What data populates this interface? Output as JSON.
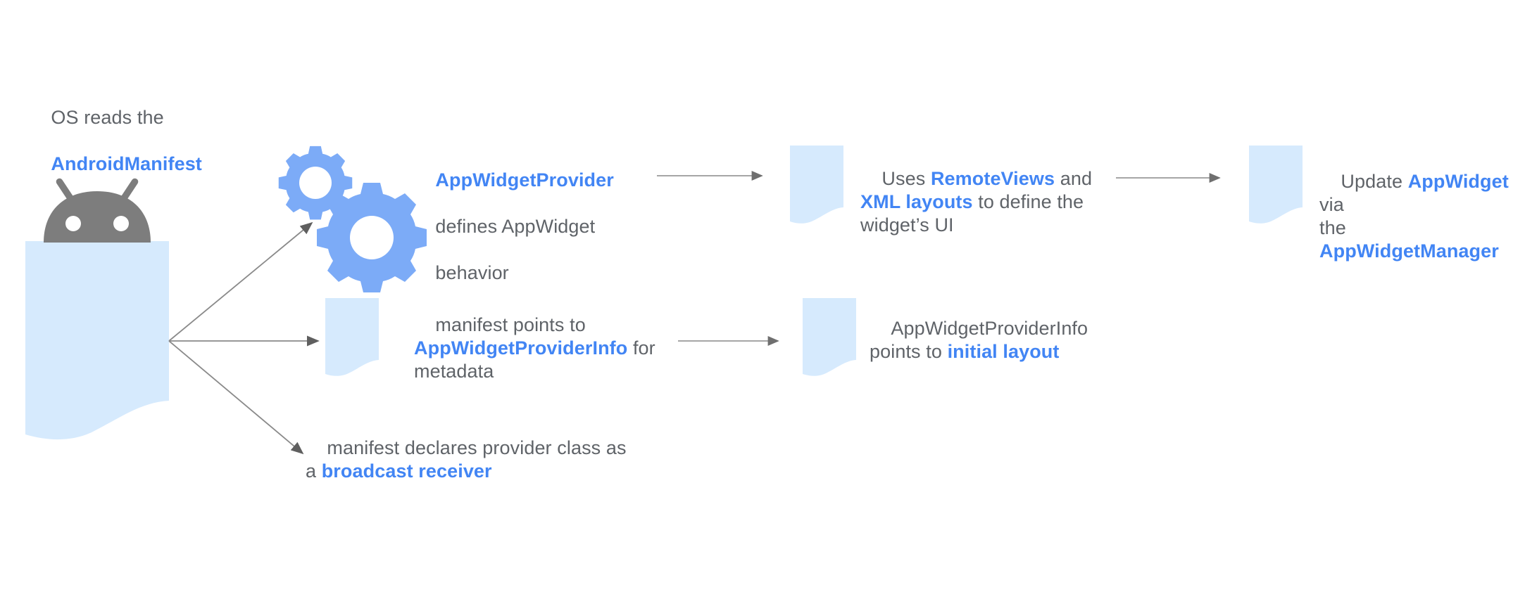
{
  "diagram": {
    "title_implicit": "Android AppWidget lifecycle flow",
    "colors": {
      "doc_fill": "#d6eafd",
      "keyword_blue": "#4285f4",
      "gear_blue": "#7cabf7",
      "robot_gray": "#7d7d7d",
      "body_text": "#5f6368",
      "arrow": "#8a8a8a",
      "background": "#ffffff"
    },
    "nodes": [
      {
        "id": "os-manifest",
        "name": "os-reads-manifest",
        "icon": "android-robot-icon",
        "shape": "document-sheet",
        "caption": {
          "segments": [
            {
              "text": "OS reads the",
              "emphasis": false
            },
            {
              "text": "\n",
              "emphasis": false
            },
            {
              "text": "AndroidManifest",
              "emphasis": true
            }
          ],
          "plain": "OS reads the AndroidManifest"
        }
      },
      {
        "id": "app-widget-provider",
        "name": "appwidget-provider",
        "icon": "gears-icon",
        "shape": "gears",
        "caption": {
          "segments": [
            {
              "text": "AppWidgetProvider",
              "emphasis": true
            },
            {
              "text": "\n",
              "emphasis": false
            },
            {
              "text": "defines AppWidget",
              "emphasis": false
            },
            {
              "text": "\n",
              "emphasis": false
            },
            {
              "text": "behavior",
              "emphasis": false
            }
          ],
          "plain": "AppWidgetProvider defines AppWidget behavior"
        }
      },
      {
        "id": "remote-views",
        "name": "remoteviews-xml-layouts",
        "icon": "document-icon",
        "shape": "document-sheet",
        "caption": {
          "segments": [
            {
              "text": "Uses ",
              "emphasis": false
            },
            {
              "text": "RemoteViews",
              "emphasis": true
            },
            {
              "text": " and\n",
              "emphasis": false
            },
            {
              "text": "XML layouts",
              "emphasis": true
            },
            {
              "text": " to define the\nwidget’s UI",
              "emphasis": false
            }
          ],
          "plain": "Uses RemoteViews and XML layouts to define the widget’s UI"
        }
      },
      {
        "id": "update-appwidget",
        "name": "update-appwidget-manager",
        "icon": "document-icon",
        "shape": "document-sheet",
        "caption": {
          "segments": [
            {
              "text": "Update ",
              "emphasis": false
            },
            {
              "text": "AppWidget",
              "emphasis": true
            },
            {
              "text": " via\nthe\n",
              "emphasis": false
            },
            {
              "text": "AppWidgetManager",
              "emphasis": true
            }
          ],
          "plain": "Update AppWidget via the AppWidgetManager"
        }
      },
      {
        "id": "provider-info",
        "name": "appwidgetproviderinfo-metadata",
        "icon": "document-icon",
        "shape": "document-sheet",
        "caption": {
          "segments": [
            {
              "text": "manifest points to\n",
              "emphasis": false
            },
            {
              "text": "AppWidgetProviderInfo",
              "emphasis": true
            },
            {
              "text": " for\nmetadata",
              "emphasis": false
            }
          ],
          "plain": "manifest points to AppWidgetProviderInfo for metadata"
        }
      },
      {
        "id": "initial-layout",
        "name": "providerinfo-initial-layout",
        "icon": "document-icon",
        "shape": "document-sheet",
        "caption": {
          "segments": [
            {
              "text": "AppWidgetProviderInfo\npoints to ",
              "emphasis": false
            },
            {
              "text": "initial layout",
              "emphasis": true
            }
          ],
          "plain": "AppWidgetProviderInfo points to initial layout"
        }
      },
      {
        "id": "broadcast-receiver",
        "name": "broadcast-receiver-declaration",
        "icon": "none",
        "shape": "text-only",
        "caption": {
          "segments": [
            {
              "text": "manifest declares provider class as\na ",
              "emphasis": false
            },
            {
              "text": "broadcast receiver",
              "emphasis": true
            }
          ],
          "plain": "manifest declares provider class as a broadcast receiver"
        }
      }
    ],
    "edges": [
      {
        "from": "os-manifest",
        "to": "app-widget-provider",
        "style": "arrow-up-right"
      },
      {
        "from": "os-manifest",
        "to": "provider-info",
        "style": "arrow-right"
      },
      {
        "from": "os-manifest",
        "to": "broadcast-receiver",
        "style": "arrow-down-right"
      },
      {
        "from": "app-widget-provider",
        "to": "remote-views",
        "style": "arrow-right"
      },
      {
        "from": "remote-views",
        "to": "update-appwidget",
        "style": "arrow-right"
      },
      {
        "from": "provider-info",
        "to": "initial-layout",
        "style": "arrow-right"
      }
    ]
  }
}
